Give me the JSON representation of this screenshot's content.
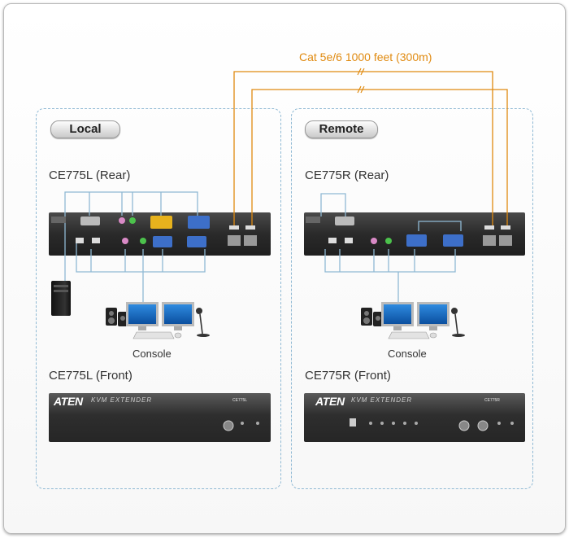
{
  "cable": {
    "label": "Cat 5e/6 1000 feet (300m)",
    "color": "#e08a10"
  },
  "local": {
    "title": "Local",
    "rear_label": "CE775L (Rear)",
    "front_label": "CE775L (Front)",
    "console_label": "Console",
    "front_brand": "ATEN",
    "front_product": "KVM EXTENDER",
    "front_model": "CE775L"
  },
  "remote": {
    "title": "Remote",
    "rear_label": "CE775R (Rear)",
    "front_label": "CE775R (Front)",
    "console_label": "Console",
    "front_brand": "ATEN",
    "front_product": "KVM EXTENDER",
    "front_model": "CE775R"
  },
  "colors": {
    "zone_border": "#8fb9d4",
    "link_lines": "#8fb9d4",
    "cable": "#e08a10"
  }
}
